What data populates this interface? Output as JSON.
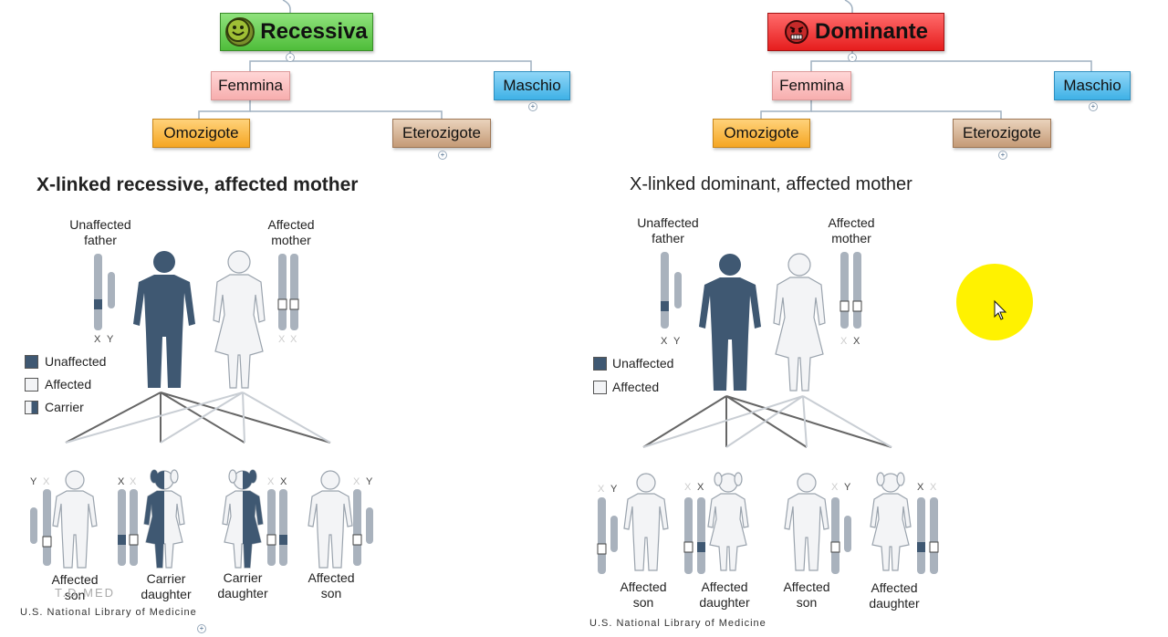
{
  "left": {
    "root": "Recessiva",
    "branch_female": "Femmina",
    "branch_male": "Maschio",
    "sub_homo": "Omozigote",
    "sub_hetero": "Eterozigote",
    "title": "X-linked recessive, affected mother",
    "father": [
      "Unaffected",
      "father"
    ],
    "mother": [
      "Affected",
      "mother"
    ],
    "legend": [
      "Unaffected",
      "Affected",
      "Carrier"
    ],
    "children": [
      {
        "l1": "Affected",
        "l2": "son"
      },
      {
        "l1": "Carrier",
        "l2": "daughter"
      },
      {
        "l1": "Carrier",
        "l2": "daughter"
      },
      {
        "l1": "Affected",
        "l2": "son"
      }
    ],
    "credit": "U.S. National Library of Medicine",
    "watermark": "T.D.MED"
  },
  "right": {
    "root": "Dominante",
    "branch_female": "Femmina",
    "branch_male": "Maschio",
    "sub_homo": "Omozigote",
    "sub_hetero": "Eterozigote",
    "title": "X-linked dominant, affected mother",
    "father": [
      "Unaffected",
      "father"
    ],
    "mother": [
      "Affected",
      "mother"
    ],
    "legend": [
      "Unaffected",
      "Affected"
    ],
    "children": [
      {
        "l1": "Affected",
        "l2": "son"
      },
      {
        "l1": "Affected",
        "l2": "daughter"
      },
      {
        "l1": "Affected",
        "l2": "son"
      },
      {
        "l1": "Affected",
        "l2": "daughter"
      }
    ],
    "credit": "U.S. National Library of Medicine"
  },
  "chromosome_labels": {
    "x": "X",
    "y": "Y"
  },
  "colors": {
    "unaffected": "#3f5872",
    "affected": "#f3f4f6",
    "chromosome": "#a9b2bd",
    "cursor_highlight": "#fff200"
  },
  "icons": [
    "smiley-happy-icon",
    "smiley-angry-icon",
    "expand-icon",
    "mouse-cursor-icon"
  ]
}
